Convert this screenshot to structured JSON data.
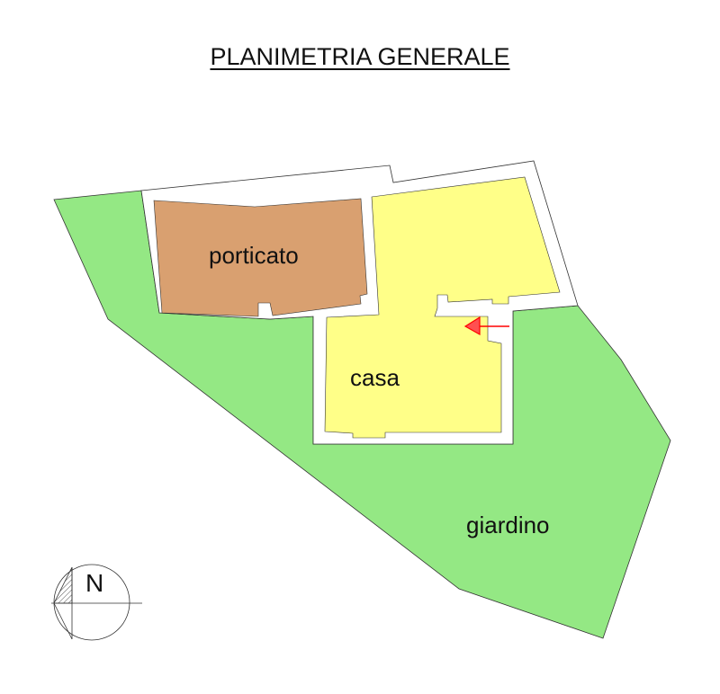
{
  "title": "PLANIMETRIA GENERALE",
  "labels": {
    "porch": "porticato",
    "house": "casa",
    "garden": "giardino"
  },
  "compass": {
    "label": "N"
  },
  "colors": {
    "garden": "#94e884",
    "porch": "#d9a070",
    "house": "#ffff88",
    "arrow": "#ff0000"
  }
}
